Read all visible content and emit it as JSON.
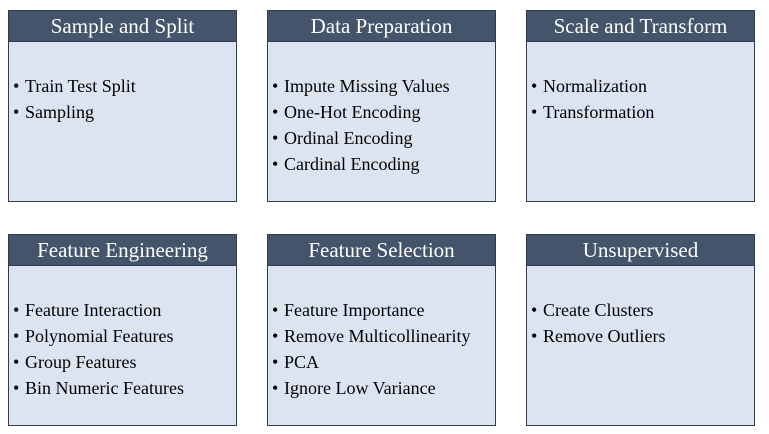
{
  "cards": [
    {
      "title": "Sample and Split",
      "items": [
        "Train Test Split",
        "Sampling"
      ]
    },
    {
      "title": "Data Preparation",
      "items": [
        "Impute Missing Values",
        "One-Hot Encoding",
        "Ordinal Encoding",
        "Cardinal Encoding"
      ]
    },
    {
      "title": "Scale and Transform",
      "items": [
        "Normalization",
        "Transformation"
      ]
    },
    {
      "title": "Feature Engineering",
      "items": [
        "Feature Interaction",
        "Polynomial Features",
        "Group Features",
        "Bin Numeric Features"
      ]
    },
    {
      "title": "Feature Selection",
      "items": [
        "Feature Importance",
        "Remove Multicollinearity",
        "PCA",
        "Ignore Low Variance"
      ]
    },
    {
      "title": "Unsupervised",
      "items": [
        "Create Clusters",
        "Remove Outliers"
      ]
    }
  ]
}
